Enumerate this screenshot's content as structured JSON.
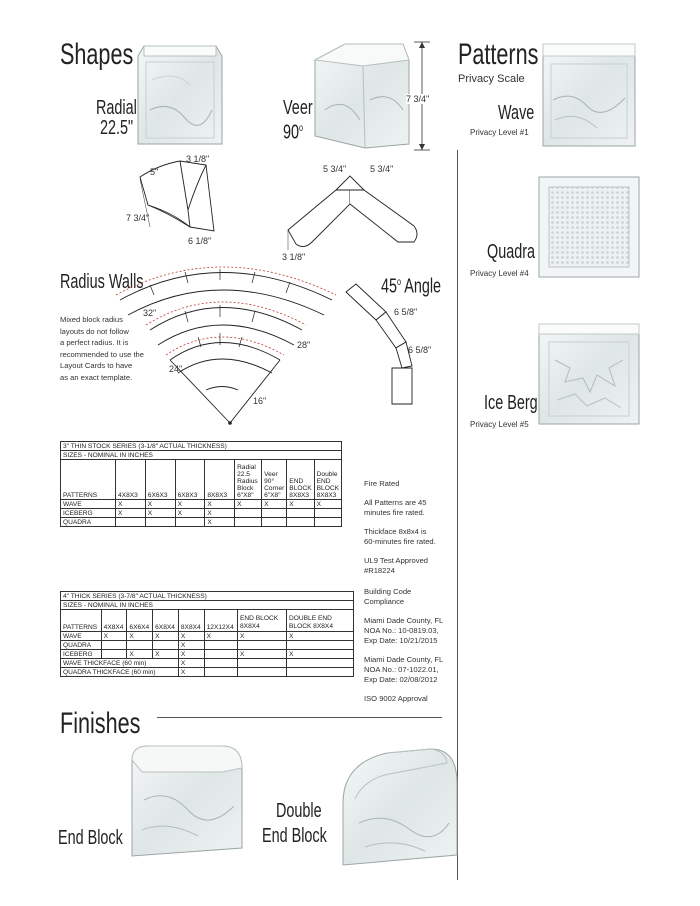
{
  "shapes": {
    "title": "Shapes",
    "radial_label": [
      "Radial",
      "22.5\""
    ],
    "veer_label": [
      "Veer",
      "90"
    ],
    "veer_degree": "o",
    "radial_dims": {
      "top": "3 1/8\"",
      "side": "5\"",
      "height": "7 3/4\"",
      "bottom": "6 1/8\""
    },
    "veer_dims": {
      "height": "7 3/4\"",
      "left": "5 3/4\"",
      "right": "5 3/4\"",
      "thick": "3 1/8\""
    }
  },
  "radius_walls": {
    "title": "Radius Walls",
    "note": [
      "Mixed block radius",
      "layouts do not follow",
      "a perfect radius. It is",
      "recommended to use the",
      "Layout Cards to have",
      "as an exact template."
    ],
    "dims": {
      "r32": "32\"",
      "r28": "28\"",
      "r24": "24\"",
      "r16": "16\""
    }
  },
  "angle45": {
    "title": "45",
    "degree": "o",
    "title_suffix": " Angle",
    "dims": {
      "a": "6 5/8\"",
      "b": "6 5/8\""
    }
  },
  "table_thin": {
    "title": "3\" THIN STOCK SERIES (3-1/8\" ACTUAL THICKNESS)",
    "subtitle": "SIZES - NOMINAL IN INCHES",
    "headers": [
      "PATTERNS",
      "4X8X3",
      "6X6X3",
      "6X8X3",
      "8X8X3",
      "Radial 22.5 Radius Block 6\"X8\"",
      "Veer 90° Corner 6\"X8\"",
      "END BLOCK 8X8X3",
      "Double END BLOCK 8X8X3"
    ],
    "rows": [
      [
        "WAVE",
        "X",
        "X",
        "X",
        "X",
        "X",
        "X",
        "X",
        "X"
      ],
      [
        "ICEBERG",
        "X",
        "X",
        "X",
        "X",
        "",
        "",
        "",
        ""
      ],
      [
        "QUADRA",
        "",
        "",
        "",
        "X",
        "",
        "",
        "",
        ""
      ]
    ]
  },
  "table_thick": {
    "title": "4\" THICK SERIES (3-7/8\" ACTUAL THICKNESS)",
    "subtitle": "SIZES - NOMINAL IN INCHES",
    "headers": [
      "PATTERNS",
      "4X8X4",
      "6X6X4",
      "6X8X4",
      "8X8X4",
      "12X12X4",
      "END BLOCK 8X8X4",
      "DOUBLE END BLOCK 8X8X4"
    ],
    "rows": [
      [
        "WAVE",
        "X",
        "X",
        "X",
        "X",
        "X",
        "X",
        "X"
      ],
      [
        "QUADRA",
        "",
        "",
        "",
        "X",
        "",
        "",
        ""
      ],
      [
        "ICEBERG",
        "",
        "X",
        "X",
        "X",
        "",
        "X",
        "X"
      ],
      [
        "WAVE THICKFACE (60 min)",
        "",
        "",
        "",
        "X",
        "",
        "",
        ""
      ],
      [
        "QUADRA THICKFACE (60 min)",
        "",
        "",
        "",
        "X",
        "",
        "",
        ""
      ]
    ]
  },
  "fire": {
    "blocks": [
      [
        "Fire Rated"
      ],
      [
        "All Patterns are 45",
        "minutes fire rated."
      ],
      [
        "Thickface 8x8x4 is",
        "60-minutes fire rated."
      ],
      [
        "UL9 Test Approved",
        "#R18224"
      ],
      [
        "Building Code",
        "Compliance"
      ],
      [
        "Miami Dade County, FL",
        "NOA No.: 10-0819.03,",
        "Exp Date: 10/21/2015"
      ],
      [
        "Miami Dade County, FL",
        "NOA No.: 07-1022.01,",
        "Exp Date: 02/08/2012"
      ],
      [
        "ISO 9002 Approval"
      ]
    ]
  },
  "patterns": {
    "title": "Patterns",
    "subtitle": "Privacy Scale",
    "items": [
      {
        "name": "Wave",
        "level": "Privacy Level #1"
      },
      {
        "name": "Quadra",
        "level": "Privacy Level #4"
      },
      {
        "name": "Ice Berg",
        "level": "Privacy Level #5"
      }
    ]
  },
  "finishes": {
    "title": "Finishes",
    "end_block": "End Block",
    "double_end_block": [
      "Double",
      "End Block"
    ]
  }
}
